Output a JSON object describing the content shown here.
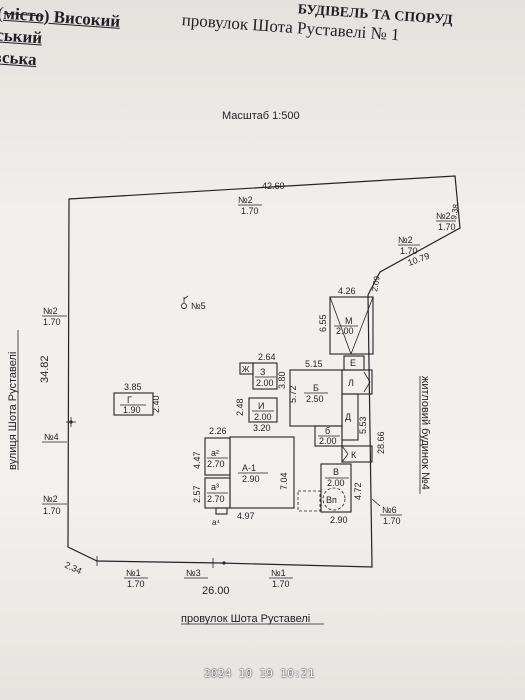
{
  "header": {
    "line1_struck": "місто",
    "line1_text": ") Високий",
    "line1_right": "провулок Шота Руставелі № 1",
    "line1_far_right": "БУДІВЕЛЬ ТА СПОРУД",
    "line2": "ський",
    "line3": "вська"
  },
  "scale": "Масштаб 1:500",
  "streets": {
    "bottom": "провулок Шота Руставелі",
    "left": "вулиця Шота Руставелі",
    "right": "житловий будинок №4"
  },
  "boundary": {
    "top": "42.60",
    "right_top": "9.38",
    "right_slope": "10.79",
    "right_short": "2.09",
    "right_long": "28.66",
    "bottom": "26.00",
    "bottom_left": "2.34",
    "left": "34.82"
  },
  "neighbors": [
    {
      "code": "№2",
      "value": "1.70",
      "side": "top"
    },
    {
      "code": "№2",
      "value": "1.70",
      "side": "top-right-corner"
    },
    {
      "code": "№2",
      "value": "1.70",
      "side": "right-slope"
    },
    {
      "code": "№2",
      "value": "1.70",
      "side": "left-upper"
    },
    {
      "code": "№4",
      "value": "",
      "side": "left-middle"
    },
    {
      "code": "№2",
      "value": "1.70",
      "side": "left-lower"
    },
    {
      "code": "№1",
      "value": "1.70",
      "side": "bottom-left"
    },
    {
      "code": "№3",
      "value": "",
      "side": "bottom-middle"
    },
    {
      "code": "№1",
      "value": "1.70",
      "side": "bottom-right"
    },
    {
      "code": "№6",
      "value": "1.70",
      "side": "right-lower"
    }
  ],
  "tree_label": "№5",
  "buildings": {
    "G": {
      "label": "Г",
      "value": "1.90",
      "dim_w": "3.85",
      "dim_h": "2.40"
    },
    "M": {
      "label": "М",
      "value": "2.00",
      "dim_w": "4.26",
      "dim_h": "6.55"
    },
    "Z": {
      "label": "З",
      "value": "2.00",
      "dim_w": "2.64",
      "dim_h": "3.80"
    },
    "Zh": {
      "label": "Ж"
    },
    "I": {
      "label": "И",
      "value": "2.00",
      "dim_w": "3.20",
      "dim_h": "2.48"
    },
    "B": {
      "label": "Б",
      "value": "2.50",
      "dim_w": "5.15",
      "dim_h": "5.72"
    },
    "b": {
      "label": "б",
      "value": "2.00"
    },
    "E": {
      "label": "Е"
    },
    "L": {
      "label": "Л"
    },
    "D": {
      "label": "Д",
      "dim_h": "5.53"
    },
    "K": {
      "label": "К"
    },
    "V": {
      "label": "В",
      "value": "2.00",
      "dim_w": "2.90",
      "dim_h": "4.72"
    },
    "Vp": {
      "label": "Вп"
    },
    "A1": {
      "label": "А-1",
      "value": "2.90",
      "dim_w": "4.97",
      "dim_h": "7.04"
    },
    "a2": {
      "label": "а²",
      "value": "2.70",
      "dim_h": "4.47",
      "dim_top": "2.26"
    },
    "a3": {
      "label": "а³",
      "value": "2.70",
      "dim_h": "2.57"
    },
    "a4": {
      "label": "а⁴"
    }
  },
  "timestamp": "2024 10 19 10:21"
}
